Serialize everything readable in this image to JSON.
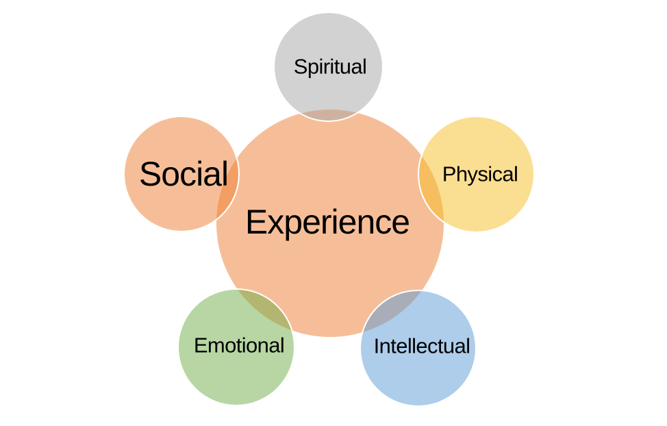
{
  "diagram": {
    "type": "radial-venn",
    "background": "#ffffff",
    "stroke_color": "#ffffff",
    "text_color": "#000000",
    "nodes": {
      "experience": {
        "label": "Experience",
        "fill": "rgba(237,125,49,0.5)",
        "fill_base": "#ED7D31",
        "fill_composite": "#F6BE98"
      },
      "spiritual": {
        "label": "Spiritual",
        "fill": "rgba(165,165,165,0.5)",
        "fill_base": "#A5A5A5",
        "fill_composite": "#D2D2D2"
      },
      "social": {
        "label": "Social",
        "fill": "rgba(237,125,49,0.5)",
        "fill_base": "#ED7D31",
        "fill_composite": "#F6BE98"
      },
      "physical": {
        "label": "Physical",
        "fill": "rgba(245,189,37,0.5)",
        "fill_base": "#F5BD25",
        "fill_composite": "#FADE92"
      },
      "emotional": {
        "label": "Emotional",
        "fill": "rgba(112,173,71,0.5)",
        "fill_base": "#70AD47",
        "fill_composite": "#B8D6A3"
      },
      "intellectual": {
        "label": "Intellectual",
        "fill": "rgba(91,155,213,0.5)",
        "fill_base": "#5B9BD5",
        "fill_composite": "#ADCDEA"
      }
    }
  }
}
